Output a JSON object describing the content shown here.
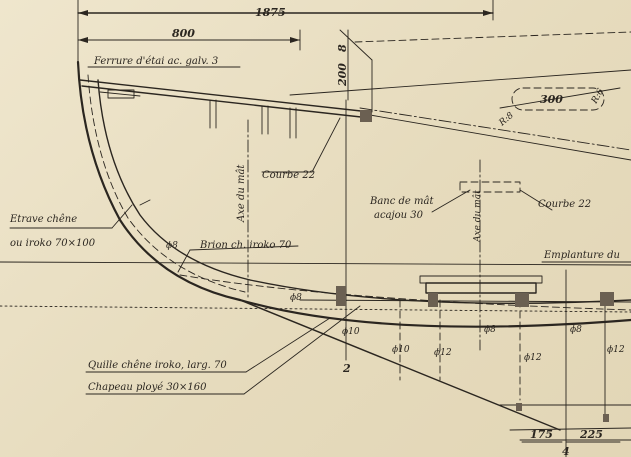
{
  "dimensions": {
    "overall": "1875",
    "forestay_offset": "800",
    "slot_length": "300",
    "radius_left": "R:8",
    "radius_right": "R:6",
    "vertical_small": "8",
    "vertical_200": "200",
    "bottom_left": "175",
    "bottom_right": "225"
  },
  "labels": {
    "forestay_fitting": "Ferrure d'étai ac. galv. 3",
    "knee_22_upper": "Courbe 22",
    "mast_axis_left": "Axe du mât",
    "mast_thwart": "Banc de mât",
    "mast_thwart_size": "acajou 30",
    "mast_axis_right": "Axe du mât",
    "knee_22_right": "Courbe 22",
    "stem_line1": "Etrave chêne",
    "stem_line2": "ou iroko 70×100",
    "phi8_stem": "ϕ8",
    "wale": "Brion ch. iroko 70",
    "mast_step": "Emplanture du",
    "phi8_a": "ϕ8",
    "phi10_a": "ϕ10",
    "phi8_b": "ϕ8",
    "phi8_c": "ϕ8",
    "phi10_b": "ϕ10",
    "phi12_a": "ϕ12",
    "phi12_b": "ϕ12",
    "phi12_c": "ϕ12",
    "station_2": "2",
    "station_4": "4",
    "keel": "Quille chêne iroko, larg. 70",
    "keel_cap": "Chapeau ployé 30×160"
  }
}
